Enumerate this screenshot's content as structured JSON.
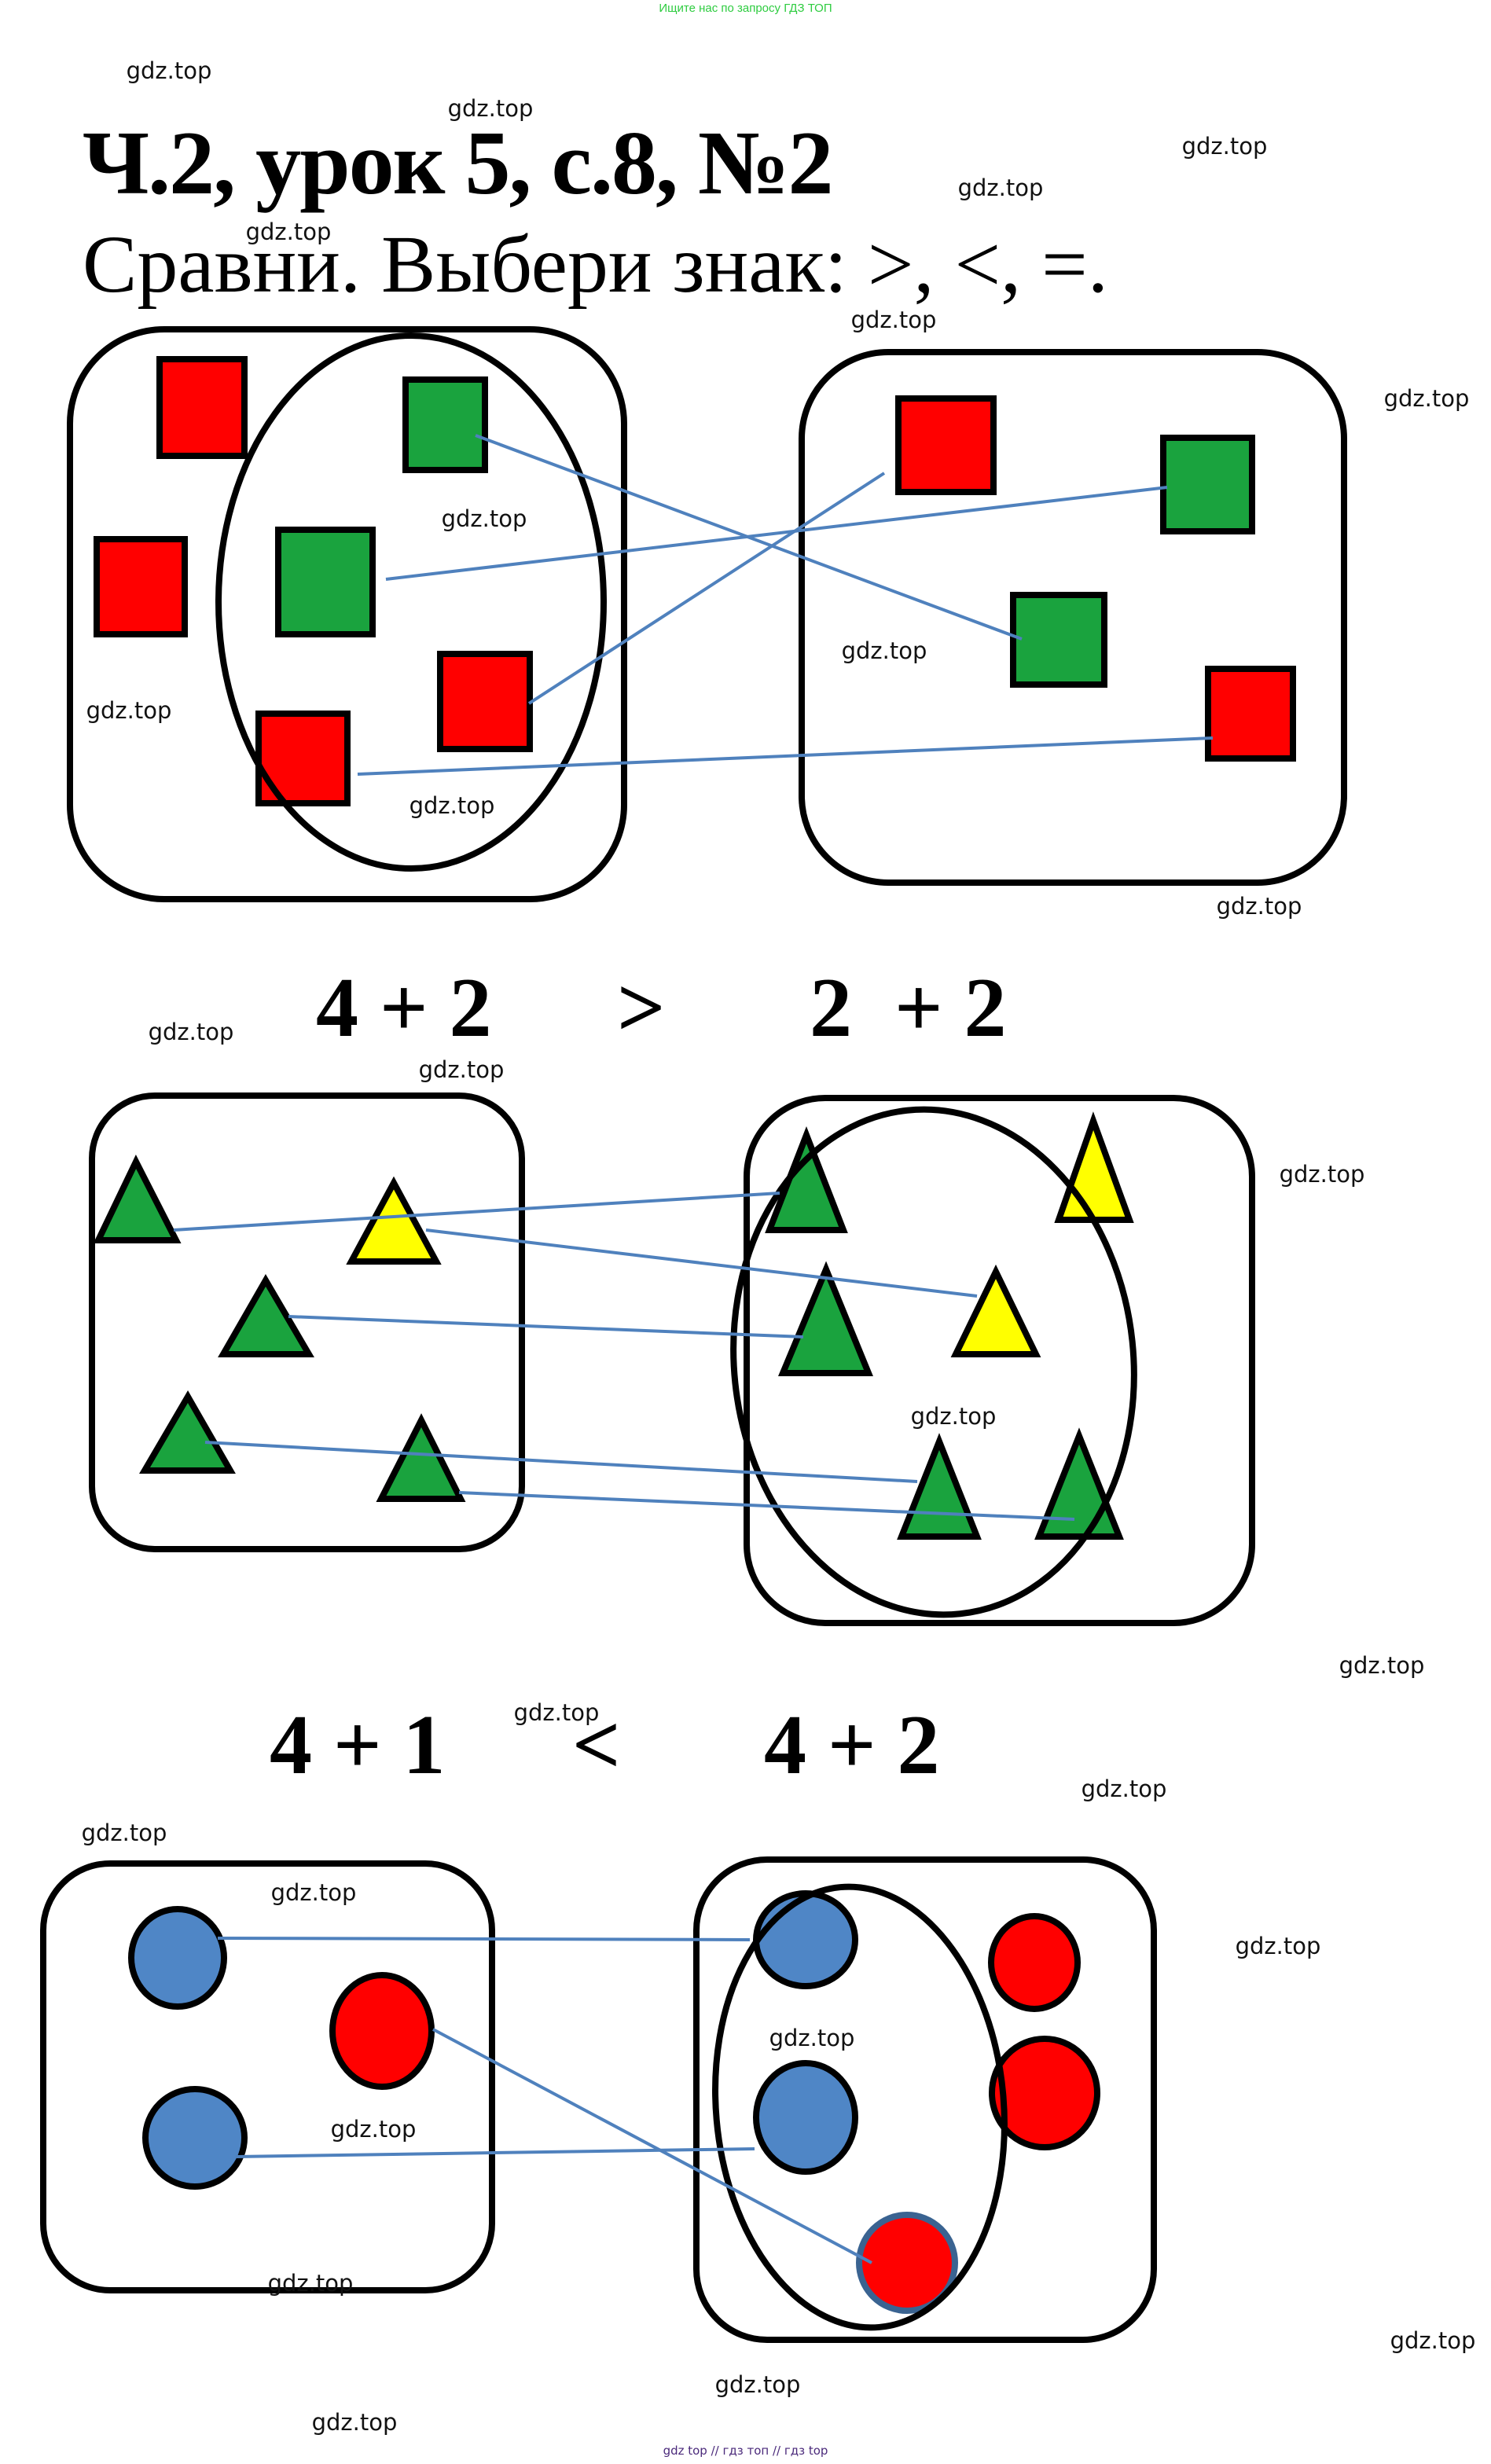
{
  "header": {
    "top_note": "Ищите нас по запросу ГДЗ ТОП",
    "title": "Ч.2, урок 5, с.8, №2",
    "subtitle": "Сравни. Выбери знак: >, <, =."
  },
  "exercises": [
    {
      "shape": "square",
      "equation": {
        "left": "4 + 2",
        "sign": ">",
        "right": "2  + 2"
      },
      "left_group": {
        "red": 4,
        "green": 2
      },
      "right_group": {
        "red": 2,
        "green": 2
      }
    },
    {
      "shape": "triangle",
      "equation": {
        "left": "4 + 1",
        "sign": "<",
        "right": "4 + 2"
      },
      "left_group": {
        "green": 4,
        "yellow": 1
      },
      "right_group": {
        "green": 4,
        "yellow": 2
      }
    },
    {
      "shape": "circle",
      "equation": null,
      "left_group": {
        "blue": 2,
        "red": 1
      },
      "right_group": {
        "blue": 2,
        "red": 3
      }
    }
  ],
  "colors": {
    "red": "#ff0000",
    "green": "#1aa33e",
    "yellow": "#ffff00",
    "blue": "#4f86c6",
    "link_line": "#4f81bd",
    "outline": "#000000",
    "ring": "#3a6391"
  },
  "watermark": "gdz.top",
  "footer": "gdz top  //  гдз топ  //  гдз top"
}
